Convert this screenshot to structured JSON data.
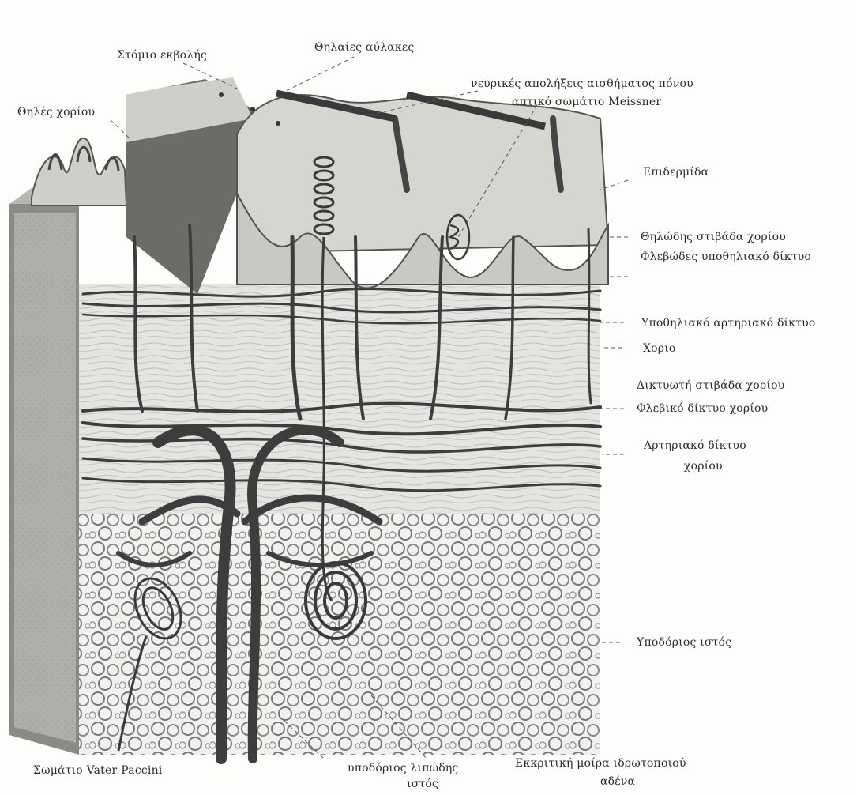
{
  "labels": {
    "stomio_ekvolis": "Στόμιο εκβολής",
    "thilaies_aulakes": "Θηλαίες αύλακες",
    "neurikes_apolixeis": "νευρικές απολήξεις αισθήματος πόνου",
    "aptiko_somatio": "απτικό σωμάτιο Meissner",
    "thiles_choriou": "Θηλές χορίου",
    "epidermida": "Επιδερμίδα",
    "thilodis_stivada": "Θηλώδης στιβάδα χορίου",
    "flevodes_diktyo": "Φλεβώδες υποθηλιακό δίκτυο",
    "arteriako_ypothiliako": "Υποθηλιακό αρτηριακό δίκτυο",
    "chorio": "Χοριο",
    "diktyoti_stivada": "Δικτυωτή στιβάδα χορίου",
    "fleviko_diktyo": "Φλεβικό δίκτυο χορίου",
    "arteriako_diktyo_l1": "Αρτηριακό δίκτυο",
    "arteriako_diktyo_l2": "χορίου",
    "ypodorios_istos": "Υποδόριος ιστός",
    "somatio_vater": "Σωμάτιο Vater-Paccini",
    "ypodorios_lipodis_l1": "υποδόριος λιπώδης",
    "ypodorios_lipodis_l2": "ιστός",
    "ekkritiki_moira_l1": "Εκκριτική μοίρα ιδρωτοποιού",
    "ekkritiki_moira_l2": "αδένα"
  },
  "colors": {
    "ink": "#2a2a2a",
    "vessel": "#3c3c3c",
    "epidermis": "#d9d9d4",
    "dermis": "#e6e6e2",
    "subcutis": "#ececea",
    "shadow": "#4a4a4a"
  }
}
